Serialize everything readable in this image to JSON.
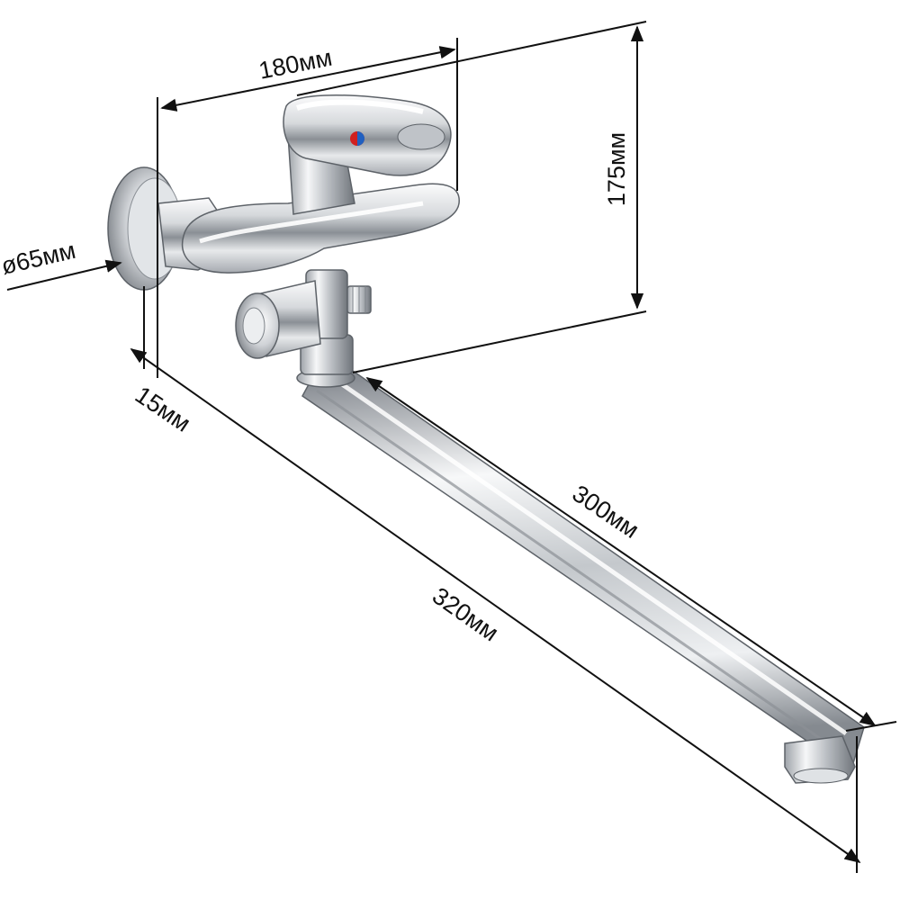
{
  "dimensions": {
    "width_label": "180мм",
    "height_label": "175мм",
    "flange_diameter_label": "ø65мм",
    "flange_depth_label": "15мм",
    "spout_length_label": "300мм",
    "total_reach_label": "320мм"
  },
  "colors": {
    "line": "#111111",
    "chrome_light": "#f4f5f6",
    "chrome_mid": "#c9ccd0",
    "chrome_dark": "#6f747a",
    "hot_indicator": "#d02020",
    "cold_indicator": "#2060c0"
  }
}
